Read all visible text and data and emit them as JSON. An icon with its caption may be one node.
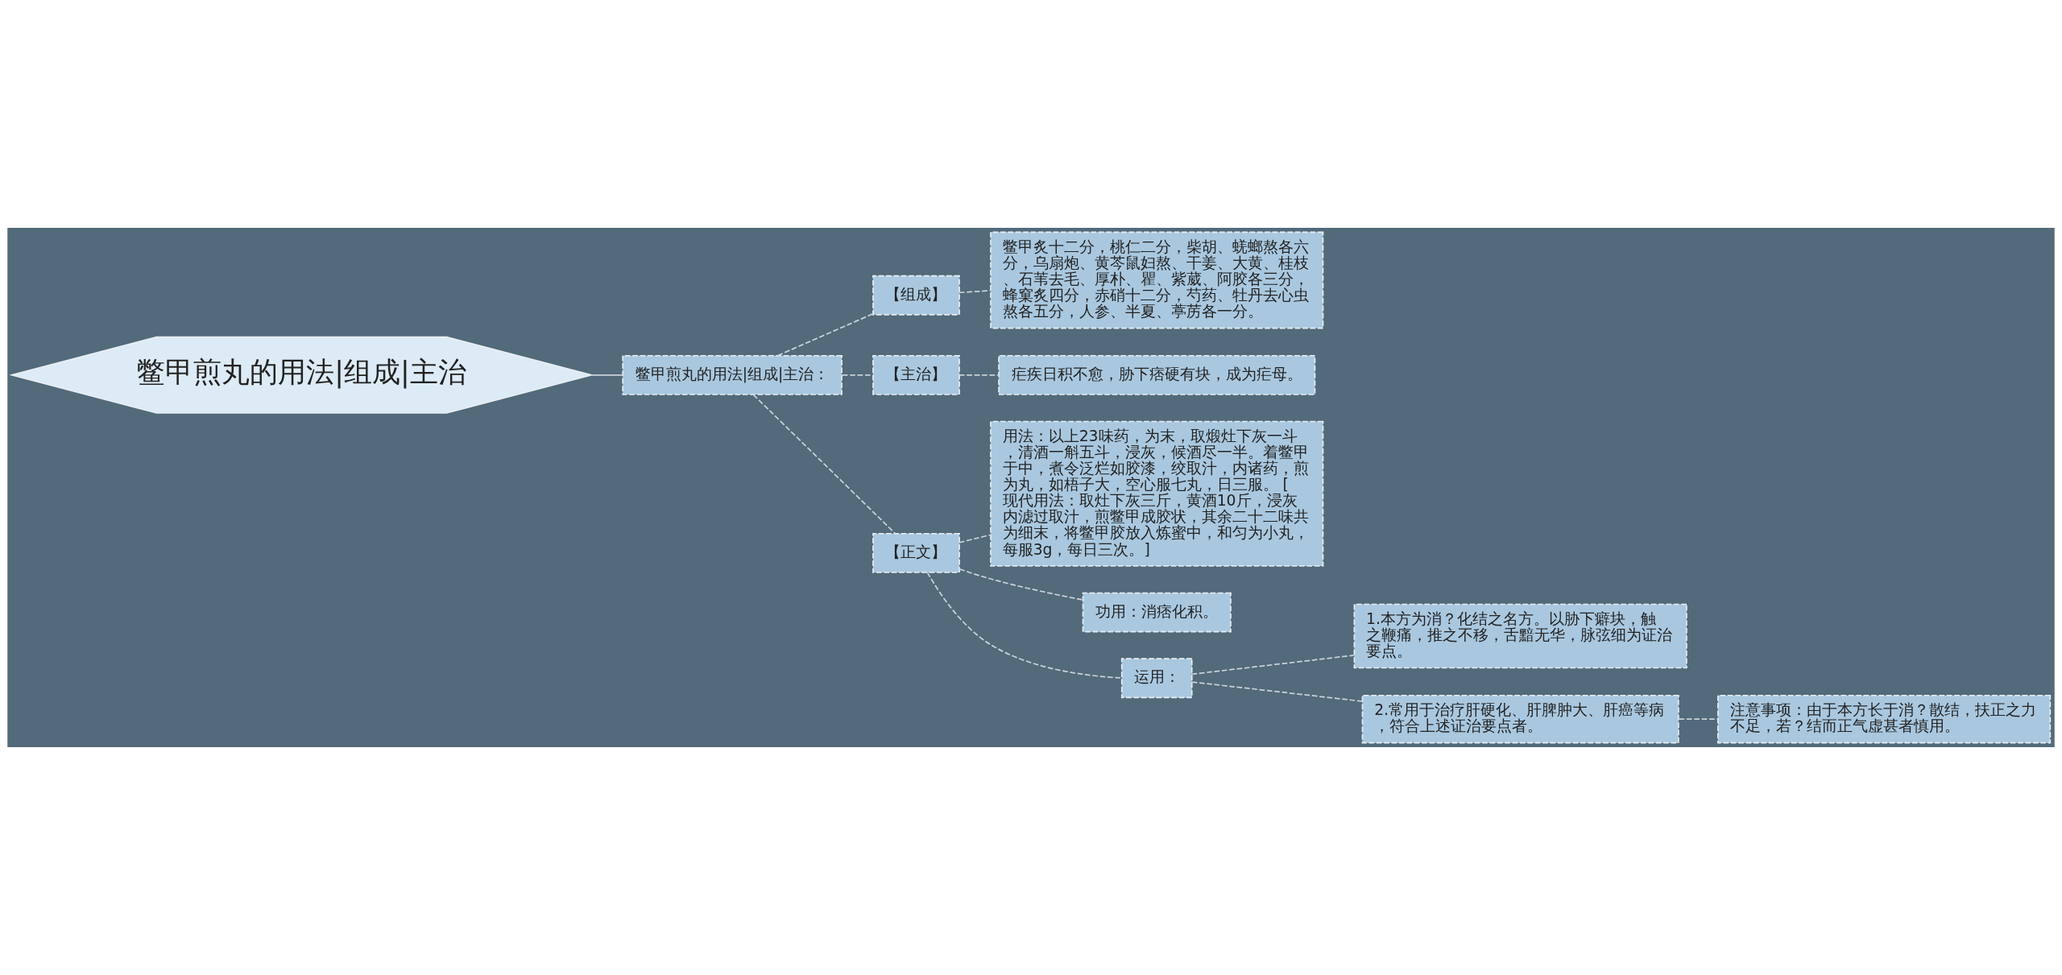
{
  "diagram": {
    "nodes": [
      {
        "text": [
          "鳖甲煎丸的用法|组成|主治"
        ]
      },
      {
        "text": [
          "鳖甲煎丸的用法|组成|主治："
        ]
      },
      {
        "text": [
          "【组成】"
        ]
      },
      {
        "text": [
          "鳖甲炙十二分，桃仁二分，柴胡、蜣螂熬各六分，乌扇炮、黄芩鼠妇熬、干姜、大黄、桂枝、石苇去毛、厚朴、瞿、紫葳、阿胶各三分，蜂窠炙四分，赤硝十二分，芍药、牡丹去心虫熬各五分，人参、半夏、葶苈各一分。"
        ]
      },
      {
        "text": [
          "【主治】"
        ]
      },
      {
        "text": [
          "疟疾日积不愈，胁下痞硬有块，成为疟母。"
        ]
      },
      {
        "text": [
          "【正文】"
        ]
      },
      {
        "text": [
          "用法：以上23味药，为末，取煅灶下灰一斗，清酒一斛五斗，浸灰，候酒尽一半。着鳖甲于中，煮令泛烂如胶漆，绞取汁，内诸药，煎为丸，如梧子大，空心服七丸，日三服。 [现代用法：取灶下灰三斤，黄酒10斤，浸灰内滤过取汁，煎鳖甲成胶状，其余二十二味共为细末，将鳖甲胶放入炼蜜中，和匀为小丸，每服3g，每日三次。]"
        ]
      },
      {
        "text": [
          "功用：消痞化积。"
        ]
      },
      {
        "text": [
          "运用："
        ]
      },
      {
        "text": [
          "1.本方为消？化结之名方。以胁下癖块，触之鞭痛，推之不移，舌黯无华，脉弦细为证治要点。"
        ]
      },
      {
        "text": [
          "2.常用于治疗肝硬化、肝脾肿大、肝癌等病，符合上述证治要点者。"
        ]
      },
      {
        "text": [
          "注意事项：由于本方长于消？散结，扶正之力不足，若？结而正气虚甚者慎用。"
        ]
      }
    ],
    "edges": [
      {
        "from": 0,
        "to": 1,
        "arrow": "none"
      },
      {
        "from": 1,
        "to": 2,
        "arrow": "none",
        "style": "dashed"
      },
      {
        "from": 2,
        "to": 3,
        "arrow": "none",
        "style": "dashed"
      },
      {
        "from": 1,
        "to": 4,
        "arrow": "none",
        "style": "dashed"
      },
      {
        "from": 4,
        "to": 5,
        "arrow": "none",
        "style": "dashed"
      },
      {
        "from": 1,
        "to": 6,
        "arrow": "none",
        "style": "dashed"
      },
      {
        "from": 6,
        "to": 7,
        "arrow": "none",
        "style": "dashed"
      },
      {
        "from": 6,
        "to": 8,
        "arrow": "none",
        "style": "dashed"
      },
      {
        "from": 6,
        "to": 9,
        "arrow": "none",
        "style": "dashed"
      },
      {
        "from": 9,
        "to": 10,
        "arrow": "none",
        "style": "dashed"
      },
      {
        "from": 9,
        "to": 11,
        "arrow": "none",
        "style": "dashed"
      },
      {
        "from": 11,
        "to": 12,
        "arrow": "none",
        "style": "dashed"
      }
    ]
  }
}
